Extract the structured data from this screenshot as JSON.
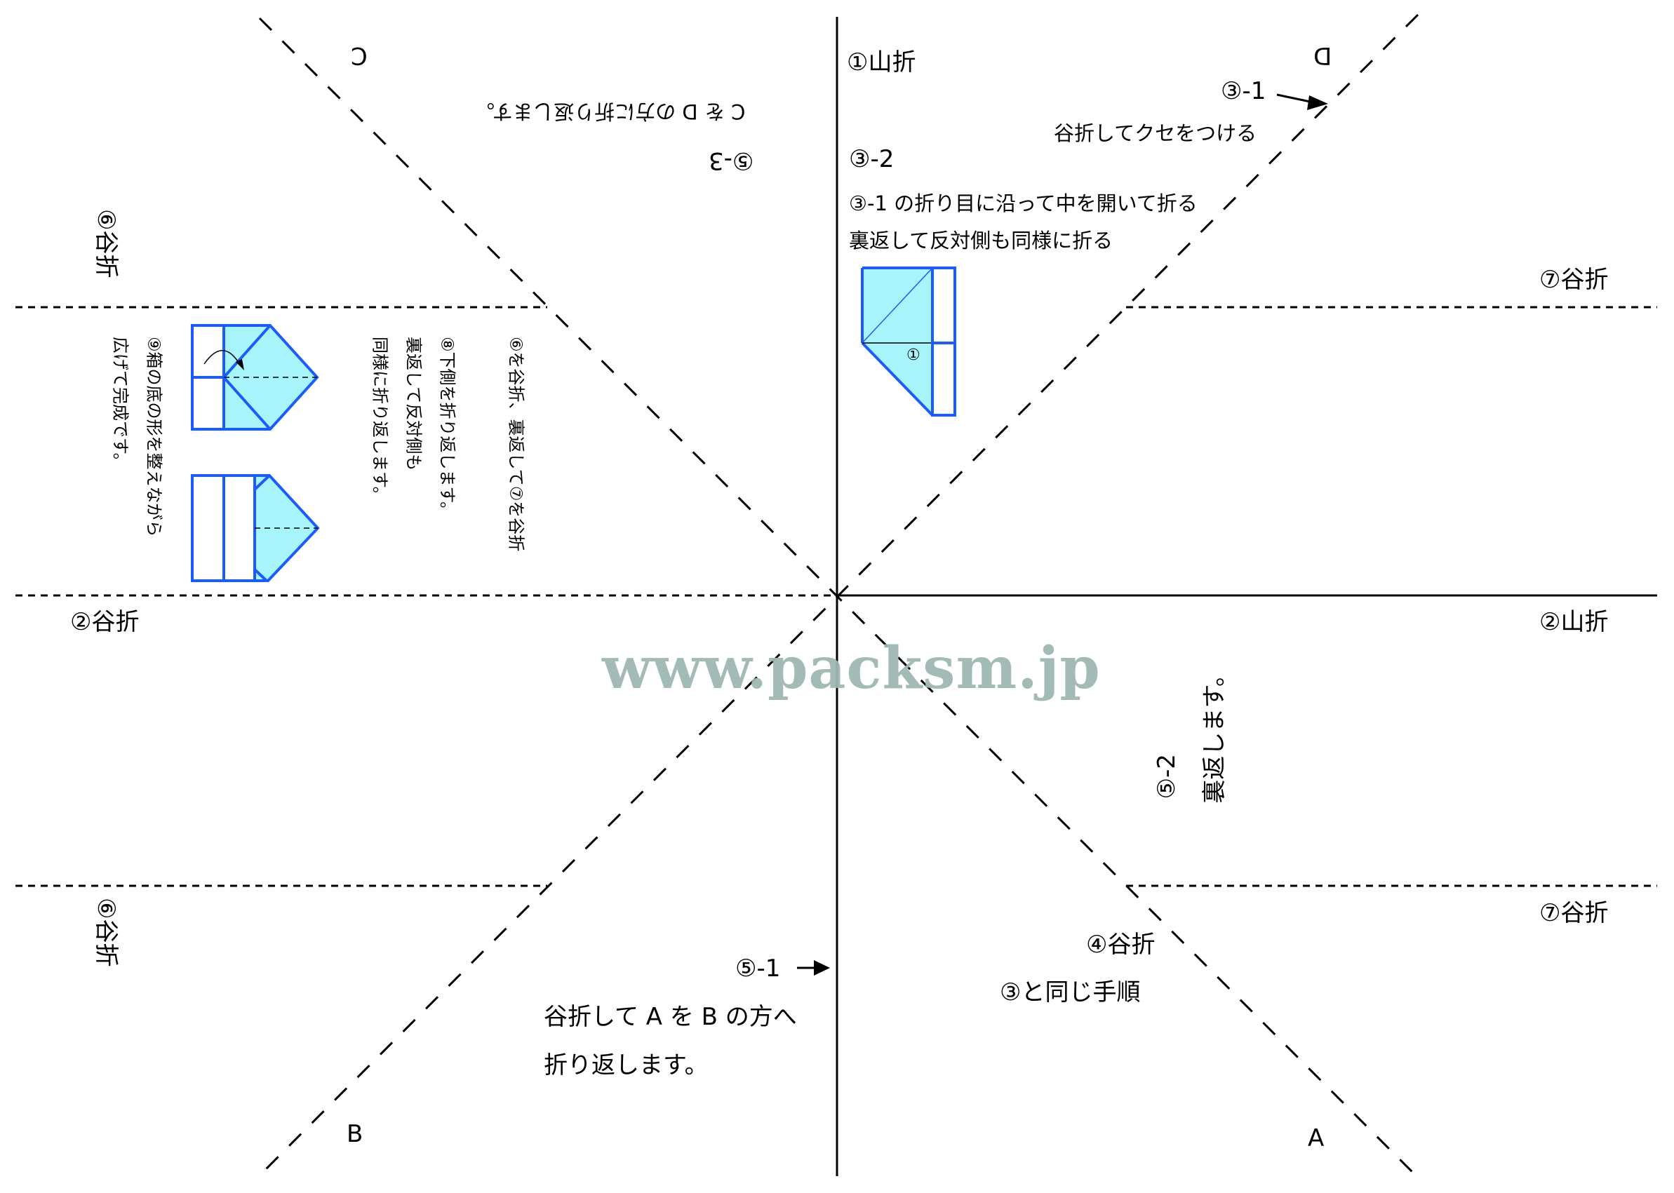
{
  "colors": {
    "line": "#000000",
    "diagram_outline": "#1a5cff",
    "diagram_fill": "#a8f4fb",
    "watermark": "#9fb8b4"
  },
  "watermark": "www.packsm.jp",
  "corner_letters": {
    "A": "A",
    "B": "B",
    "C": "C",
    "D": "D"
  },
  "fold_labels": {
    "step1_mountain": "①山折",
    "step2_valley_left": "②谷折",
    "step2_mountain_right": "②山折",
    "step6_valley_top": "⑥谷折",
    "step6_valley_bottom": "⑥谷折",
    "step7_valley_top": "⑦谷折",
    "step7_valley_bottom": "⑦谷折",
    "step4_valley": "④谷折"
  },
  "instructions": {
    "step3_1": {
      "label": "③-1",
      "text": "谷折してクセをつける"
    },
    "step3_2": {
      "label": "③-2",
      "line1": "③-1 の折り目に沿って中を開いて折る",
      "line2": "裏返して反対側も同様に折る"
    },
    "step4": {
      "text": "③と同じ手順"
    },
    "step5_1": {
      "label": "⑤-1",
      "line1": "谷折して A を B の方へ",
      "line2": "折り返します。"
    },
    "step5_2": {
      "label": "⑤-2",
      "text": "裏返します。"
    },
    "step5_3": {
      "label": "⑤-3",
      "text": "C を D の方に折り返します。"
    },
    "step6": {
      "text": "⑥を谷折、裏返して⑦を谷折"
    },
    "step8": {
      "line1": "⑧下側を折り返します。",
      "line2": "裏返して反対側も",
      "line3": "同様に折り返します。"
    },
    "step9": {
      "line1": "⑨箱の底の形を整えながら",
      "line2": "広げて完成です。"
    }
  },
  "diagram_marks": {
    "step1_marker": "①"
  }
}
